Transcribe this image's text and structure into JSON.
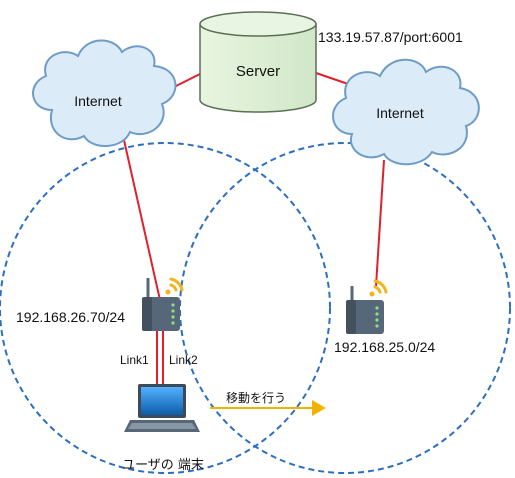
{
  "server": {
    "label": "Server",
    "address": "133.19.57.87/port:6001"
  },
  "internet_left": {
    "label": "Internet"
  },
  "internet_right": {
    "label": "Internet"
  },
  "router_left": {
    "subnet": "192.168.26.70/24"
  },
  "router_right": {
    "subnet": "192.168.25.0/24"
  },
  "links": {
    "link1": "Link1",
    "link2": "Link2"
  },
  "movement": {
    "label": "移動を行う"
  },
  "terminal": {
    "label": "ユーザの 端末"
  },
  "colors": {
    "cloud_fill": "#dcebf8",
    "cloud_stroke": "#6f9cc7",
    "server_fill": "#dcefd4",
    "server_stroke": "#5c6f55",
    "connection_line": "#e0202b",
    "coverage_circle": "#2c6fc2",
    "movement_arrow": "#f0b400",
    "router_body": "#56677a",
    "wifi_signal": "#f3b31b",
    "laptop_screen": "#1c78c8"
  }
}
